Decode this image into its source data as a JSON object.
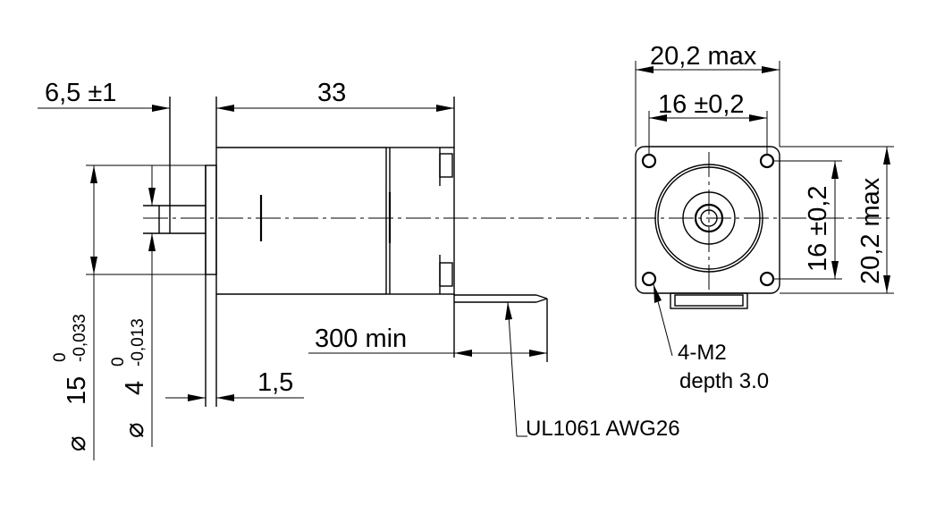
{
  "dimensions": {
    "flange_thickness": "6,5 ±1",
    "body_length": "33",
    "width_top": "20,2 max",
    "hole_spacing_top": "16 ±0,2",
    "hole_spacing_side": "16 ±0,2",
    "height_side": "20,2 max",
    "cable_length": "300 min",
    "flange_step": "1,5",
    "pilot_diameter": {
      "symbol": "⌀",
      "nominal": "15",
      "upper_tol": "0",
      "lower_tol": "-0,033"
    },
    "shaft_diameter": {
      "symbol": "⌀",
      "nominal": "4",
      "upper_tol": "0",
      "lower_tol": "-0,013"
    }
  },
  "callouts": {
    "holes_line1": "4-M2",
    "holes_line2": "depth 3.0",
    "cable": "UL1061 AWG26"
  }
}
